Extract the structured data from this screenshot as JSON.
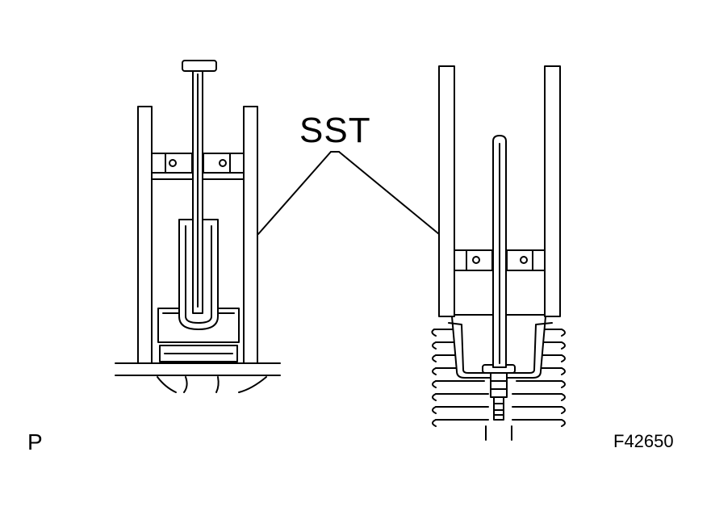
{
  "callout": {
    "label": "SST"
  },
  "corner_marker": "P",
  "figure_id": "F42650",
  "colors": {
    "ink": "#000000",
    "background": "#ffffff"
  }
}
